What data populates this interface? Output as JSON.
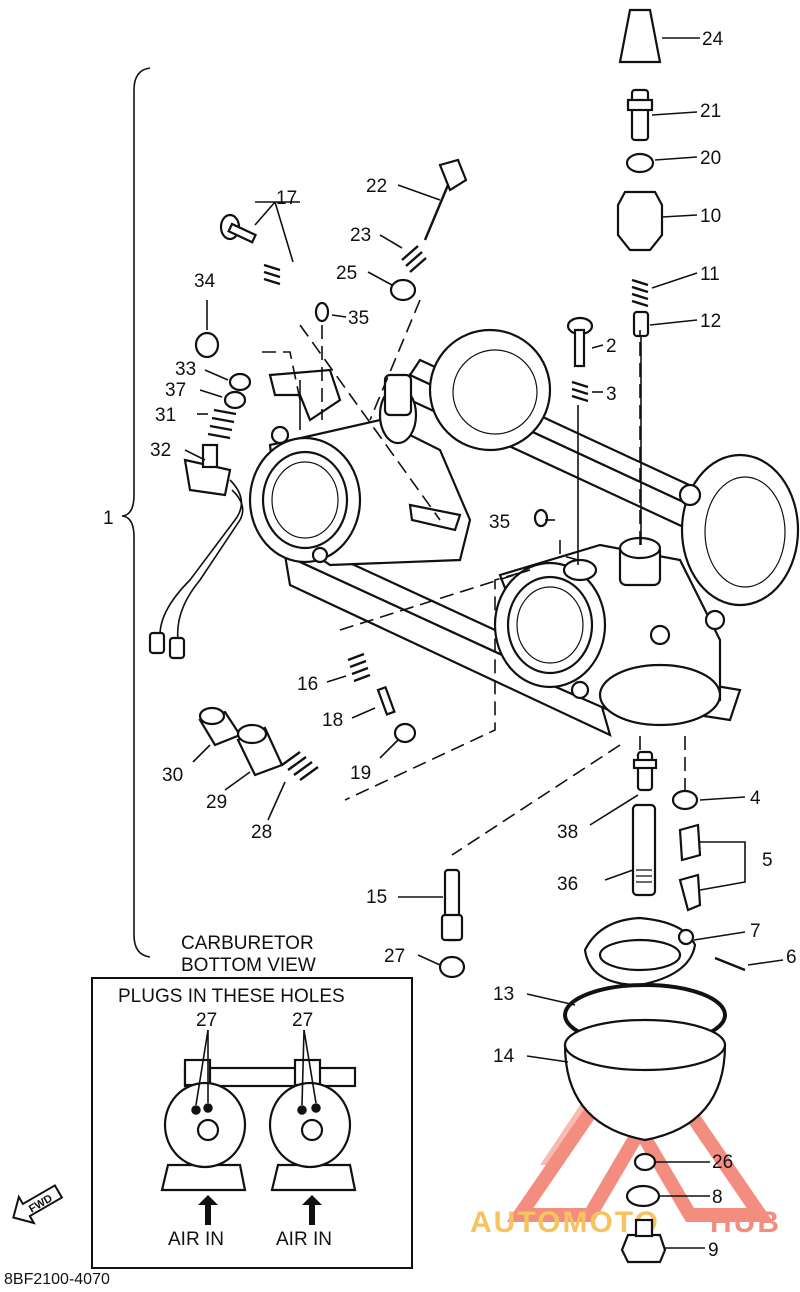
{
  "labels": {
    "p1": "1",
    "p2": "2",
    "p3": "3",
    "p4": "4",
    "p5": "5",
    "p6": "6",
    "p7": "7",
    "p8": "8",
    "p9": "9",
    "p10": "10",
    "p11": "11",
    "p12": "12",
    "p13": "13",
    "p14": "14",
    "p15": "15",
    "p16": "16",
    "p17": "17",
    "p18": "18",
    "p19": "19",
    "p20": "20",
    "p21": "21",
    "p22": "22",
    "p23": "23",
    "p24": "24",
    "p25": "25",
    "p26": "26",
    "p27": "27",
    "p28": "28",
    "p29": "29",
    "p30": "30",
    "p31": "31",
    "p32": "32",
    "p33": "33",
    "p34": "34",
    "p35": "35",
    "p35b": "35",
    "p36": "36",
    "p37": "37",
    "p38": "38"
  },
  "bottom_view": {
    "title_line1": "CARBURETOR",
    "title_line2": "BOTTOM VIEW",
    "box_title": "PLUGS IN THESE HOLES",
    "plug_left": "27",
    "plug_right": "27",
    "air_left": "AIR IN",
    "air_right": "AIR IN"
  },
  "fwd": "FWD",
  "part_code": "8BF2100-4070",
  "watermark": {
    "part1": "AUTOMOTO",
    "part2": "HUB",
    "color1": "#f5b942",
    "color2": "#f07a6a"
  }
}
